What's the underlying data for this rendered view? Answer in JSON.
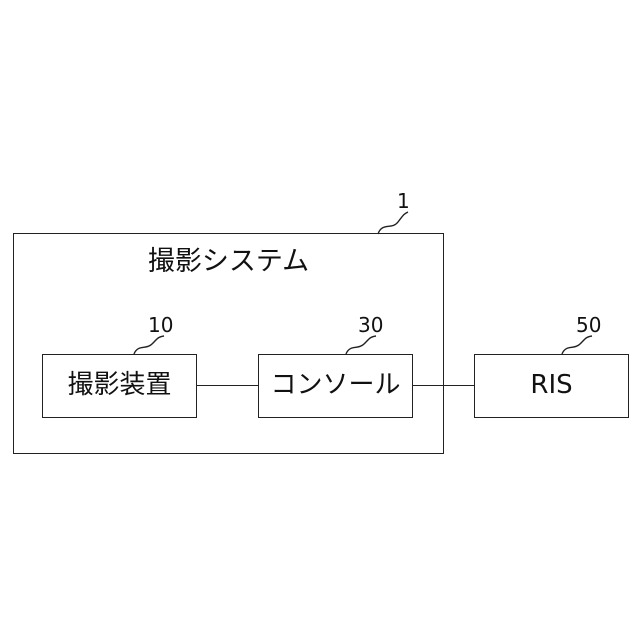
{
  "system": {
    "label": "撮影システム",
    "ref": "1"
  },
  "imaging_device": {
    "label": "撮影装置",
    "ref": "10"
  },
  "console": {
    "label": "コンソール",
    "ref": "30"
  },
  "ris": {
    "label": "RIS",
    "ref": "50"
  }
}
